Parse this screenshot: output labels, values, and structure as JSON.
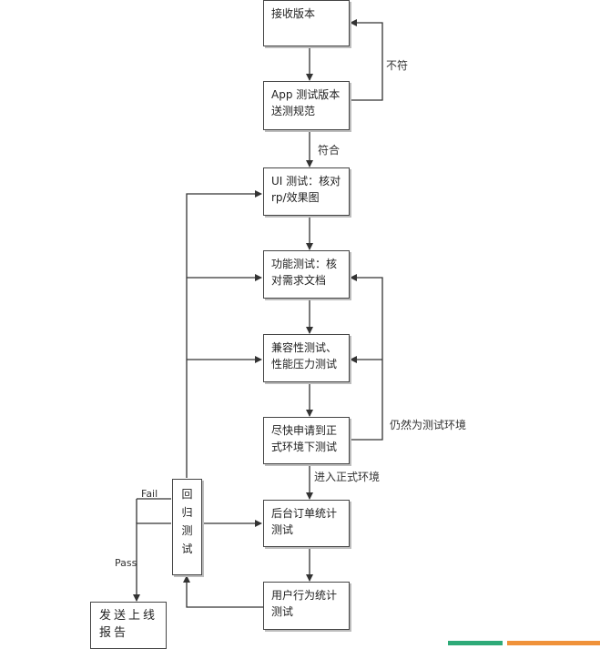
{
  "nodes": {
    "receive": [
      "接收版本"
    ],
    "app_spec": [
      "App 测试版本",
      "送测规范"
    ],
    "ui": [
      "UI 测试：核对",
      "rp/效果图"
    ],
    "func": [
      "功能测试：核",
      "对需求文档"
    ],
    "compat": [
      "兼容性测试、",
      "性能压力测试"
    ],
    "apply": [
      "尽快申请到正",
      "式环境下测试"
    ],
    "backend": [
      "后台订单统计",
      "测试"
    ],
    "user": [
      "用户行为统计",
      "测试"
    ],
    "regress": [
      "回",
      "归",
      "测",
      "试"
    ],
    "report": [
      "发送上线",
      "报告"
    ]
  },
  "edge_labels": {
    "not_match": "不符",
    "match": "符合",
    "still_test_env": "仍然为测试环境",
    "enter_prod": "进入正式环境",
    "fail": "Fail",
    "pass": "Pass"
  },
  "colors": {
    "line": "#333333",
    "border": "#444444",
    "footer_green": "#2eaa78",
    "footer_orange": "#f0923a"
  }
}
